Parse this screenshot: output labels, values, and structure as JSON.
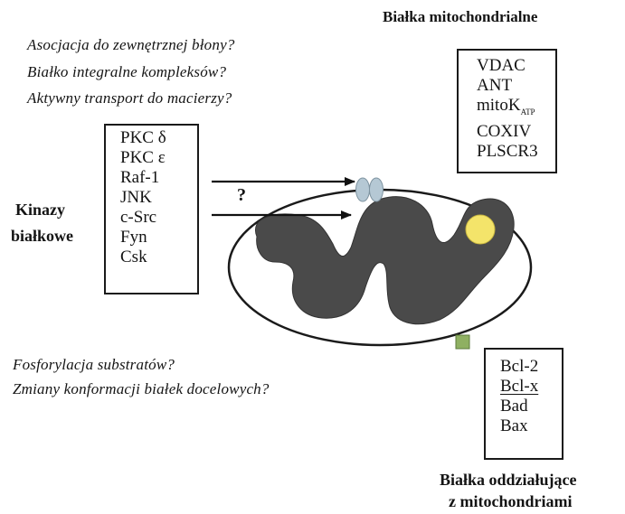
{
  "title_mito_proteins": "Białka mitochondrialne",
  "top_questions": [
    "Asocjacja do zewnętrznej błony?",
    "Białko integralne kompleksów?",
    "Aktywny transport do macierzy?"
  ],
  "kinases": {
    "label_line1": "Kinazy",
    "label_line2": "białkowe",
    "items": [
      "PKC δ",
      "PKC ε",
      "Raf-1",
      "JNK",
      "c-Src",
      "Fyn",
      "Csk"
    ]
  },
  "mito_proteins": {
    "items": [
      "VDAC",
      "ANT",
      "mitoK",
      "COXIV",
      "PLSCR3"
    ],
    "mitok_subscript": "ATP"
  },
  "arrow_question_mark": "?",
  "bottom_questions": [
    "Fosforylacja substratów?",
    "Zmiany konformacji białek docelowych?"
  ],
  "interacting": {
    "items": [
      "Bcl-2",
      "Bcl-x",
      "Bad",
      "Bax"
    ],
    "label_line1": "Białka oddziałujące",
    "label_line2": "z mitochondriami"
  },
  "colors": {
    "matrix": "#4a4a4a",
    "channel": "#b5c8d4",
    "yellow_dot": "#f4e46a",
    "green_square": "#8fb062"
  }
}
